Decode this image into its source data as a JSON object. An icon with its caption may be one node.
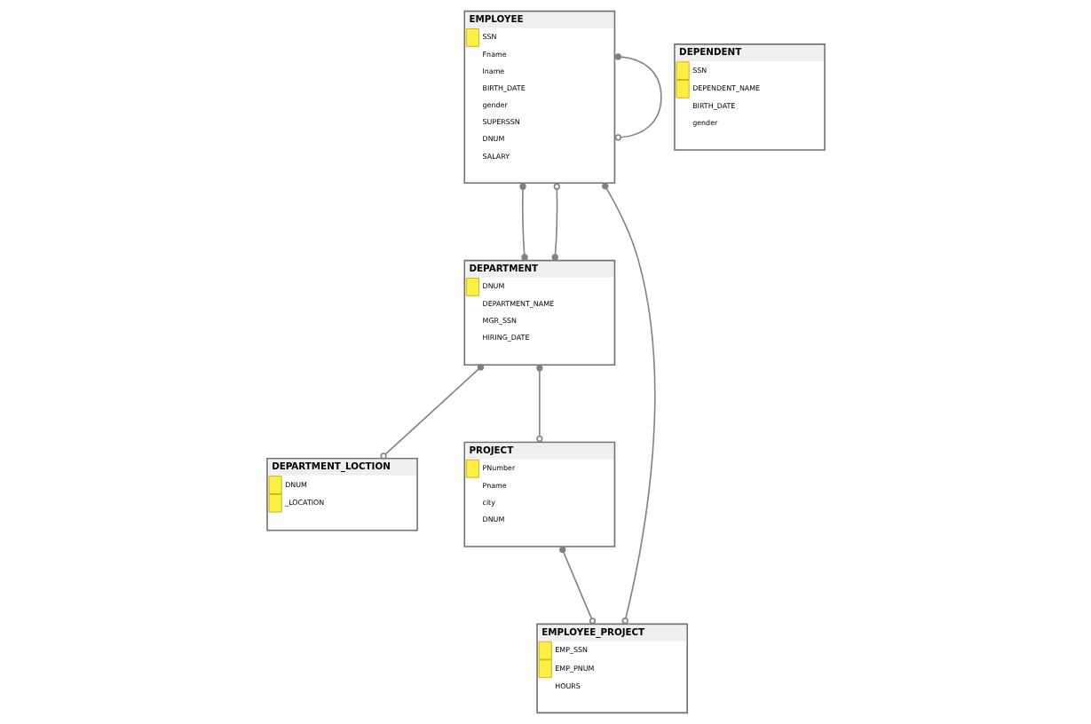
{
  "diagram": {
    "nodes": [
      {
        "text": [
          "EMPLOYEE",
          "SSN",
          "Fname",
          "lname",
          "BIRTH_DATE",
          "gender",
          "SUPERSSN",
          "DNUM",
          "SALARY"
        ]
      },
      {
        "text": [
          "DEPARTMENT",
          "DNUM",
          "DEPARTMENT_NAME",
          "MGR_SSN",
          "HIRING_DATE"
        ]
      },
      {
        "text": [
          "DEPENDENT",
          "SSN",
          "DEPENDENT_NAME",
          "BIRTH_DATE",
          "gender"
        ]
      },
      {
        "text": [
          "DEPARTMENT_LOCTION",
          "DNUM",
          "_LOCATION"
        ]
      },
      {
        "text": [
          "EMPLOYEE_PROJECT",
          "EMP_SSN",
          "EMP_PNUM",
          "HOURS"
        ]
      },
      {
        "text": [
          "PROJECT",
          "PNumber",
          "Pname",
          "city",
          "DNUM"
        ]
      }
    ],
    "edges": [
      {
        "from": 0,
        "to": 0,
        "arrow": "other"
      },
      {
        "from": 1,
        "to": 0,
        "arrow": "other"
      },
      {
        "from": 0,
        "to": 1,
        "arrow": "other"
      },
      {
        "from": 1,
        "to": 3,
        "arrow": "other"
      },
      {
        "from": 1,
        "to": 5,
        "arrow": "other"
      },
      {
        "from": 0,
        "to": 4,
        "arrow": "other"
      },
      {
        "from": 5,
        "to": 4,
        "arrow": "other"
      }
    ]
  }
}
